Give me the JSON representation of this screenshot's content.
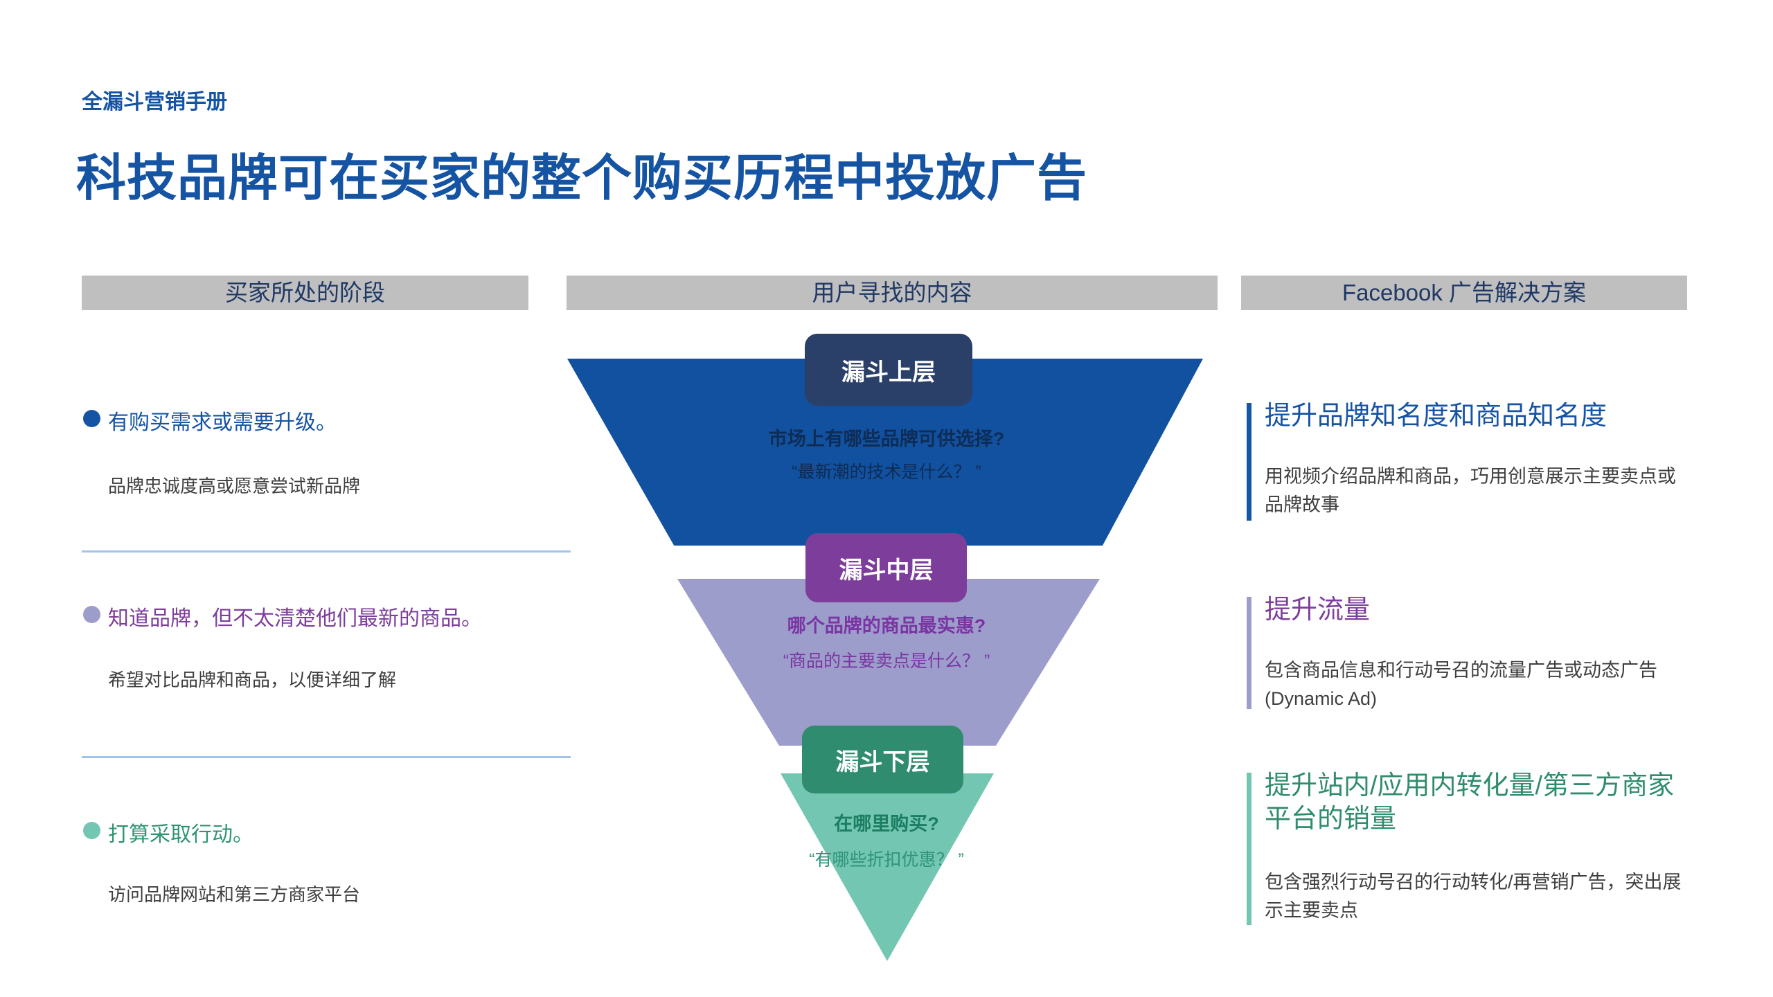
{
  "page": {
    "kicker": "全漏斗营销手册",
    "title": "科技品牌可在买家的整个购买历程中投放广告"
  },
  "headers": {
    "stages": "买家所处的阶段",
    "content": "用户寻找的内容",
    "solutions": "Facebook 广告解决方案"
  },
  "stages": [
    {
      "label": "有购买需求或需要升级。",
      "detail": "品牌忠诚度高或愿意尝试新品牌"
    },
    {
      "label": "知道品牌，但不太清楚他们最新的商品。",
      "detail": "希望对比品牌和商品，以便详细了解"
    },
    {
      "label": "打算采取行动。",
      "detail": "访问品牌网站和第三方商家平台"
    }
  ],
  "funnel": [
    {
      "badge": "漏斗上层",
      "question": "市场上有哪些品牌可供选择?",
      "quote": "“最新潮的技术是什么？ ”"
    },
    {
      "badge": "漏斗中层",
      "question": "哪个品牌的商品最实惠?",
      "quote": "“商品的主要卖点是什么？ ”"
    },
    {
      "badge": "漏斗下层",
      "question": "在哪里购买?",
      "quote": "“有哪些折扣优惠？ ”"
    }
  ],
  "solutions": [
    {
      "title": "提升品牌知名度和商品知名度",
      "detail": "用视频介绍品牌和商品，巧用创意展示主要卖点或品牌故事"
    },
    {
      "title": "提升流量",
      "detail": "包含商品信息和行动号召的流量广告或动态广告 (Dynamic Ad)"
    },
    {
      "title": "提升站内/应用内转化量/第三方商家平台的销量",
      "detail": "包含强烈行动号召的行动转化/再营销广告，突出展示主要卖点"
    }
  ],
  "colors": {
    "brand_blue": "#1553A3",
    "funnel_top_fill": "#11519F",
    "funnel_top_badge": "#2B4069",
    "funnel_top_text": "#0E2C55",
    "funnel_mid_fill": "#9D9DCB",
    "funnel_mid_badge": "#7D3E9B",
    "funnel_mid_text": "#7A35A3",
    "funnel_bottom_fill": "#72C6B2",
    "funnel_bottom_badge": "#2F8C6E",
    "funnel_bottom_text": "#1B7D61",
    "header_bar_bg": "#BFBFBF",
    "header_bar_text": "#1F3864",
    "body_text": "#3F3F3F",
    "divider": "#A4C3E9",
    "stage3_text": "#2E9474"
  }
}
